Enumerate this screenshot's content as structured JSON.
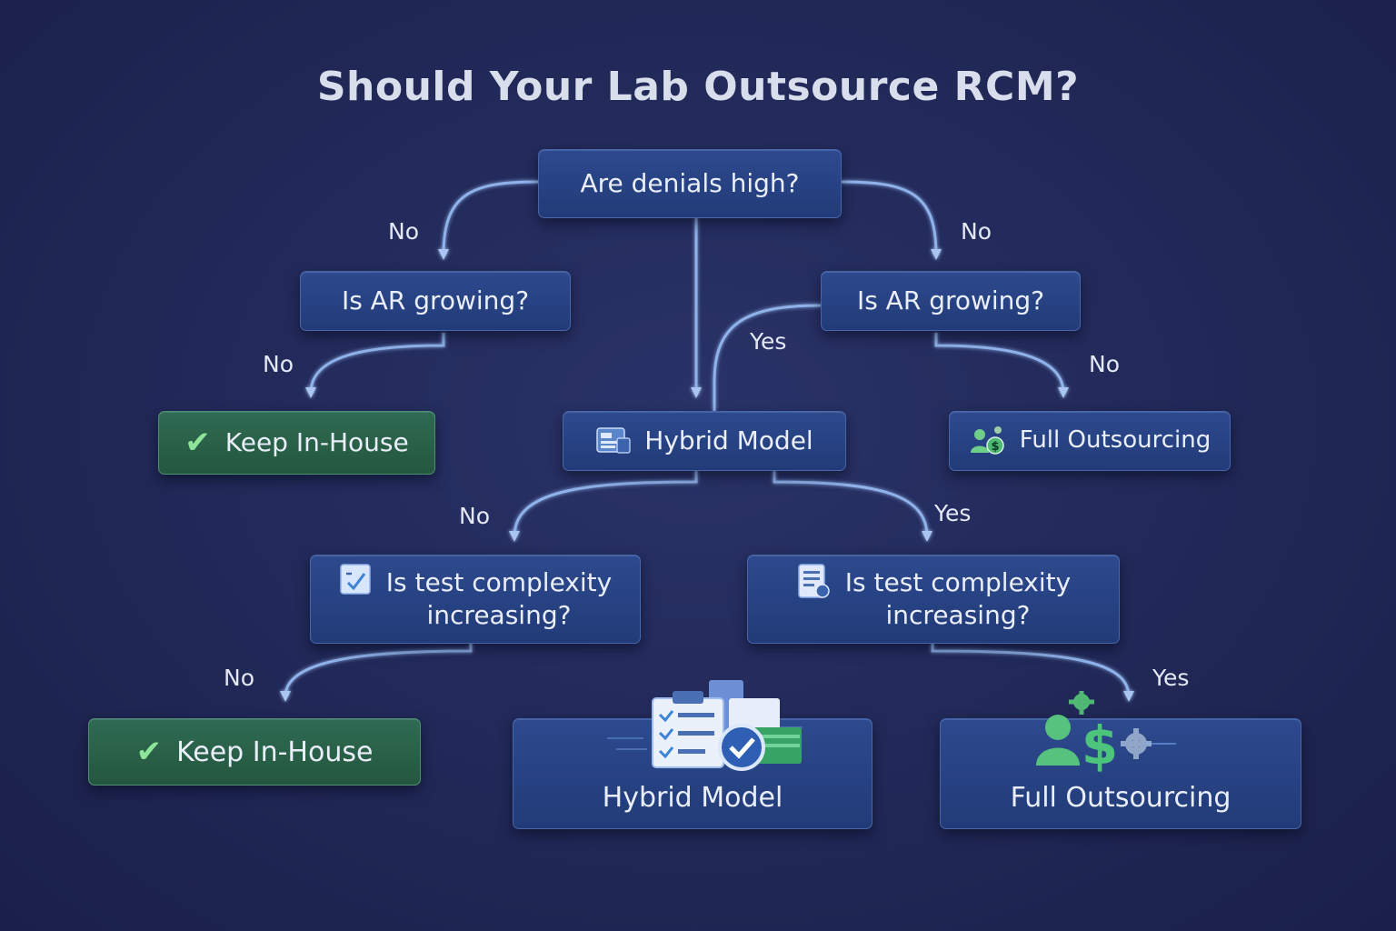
{
  "title": "Should Your Lab Outsource RCM?",
  "nodes": {
    "root": "Are denials high?",
    "ar_left": "Is AR growing?",
    "ar_right": "Is AR growing?",
    "keep1": "Keep In-House",
    "hybrid1": "Hybrid Model",
    "full1": "Full Outsourcing",
    "test_left_line1": "Is test complexity",
    "test_left_line2": "increasing?",
    "test_right_line1": "Is test complexity",
    "test_right_line2": "increasing?",
    "keep2": "Keep In-House",
    "hybrid2": "Hybrid Model",
    "full2": "Full Outsourcing"
  },
  "edge_labels": {
    "root_left": "No",
    "root_right": "No",
    "ar_left_no": "No",
    "ar_right_yes": "Yes",
    "ar_right_no": "No",
    "hybrid_no": "No",
    "hybrid_yes": "Yes",
    "test_left_no": "No",
    "test_right_yes": "Yes"
  },
  "icons": [
    "check-icon",
    "hybrid-model-icon",
    "outsourcing-icon",
    "checklist-icon",
    "document-icon",
    "clipboard-illustration",
    "money-gear-illustration"
  ],
  "colors": {
    "background": "#222a5a",
    "node": "#2d4a8e",
    "green_node": "#2f6a52",
    "connector": "#8fb2ea"
  }
}
